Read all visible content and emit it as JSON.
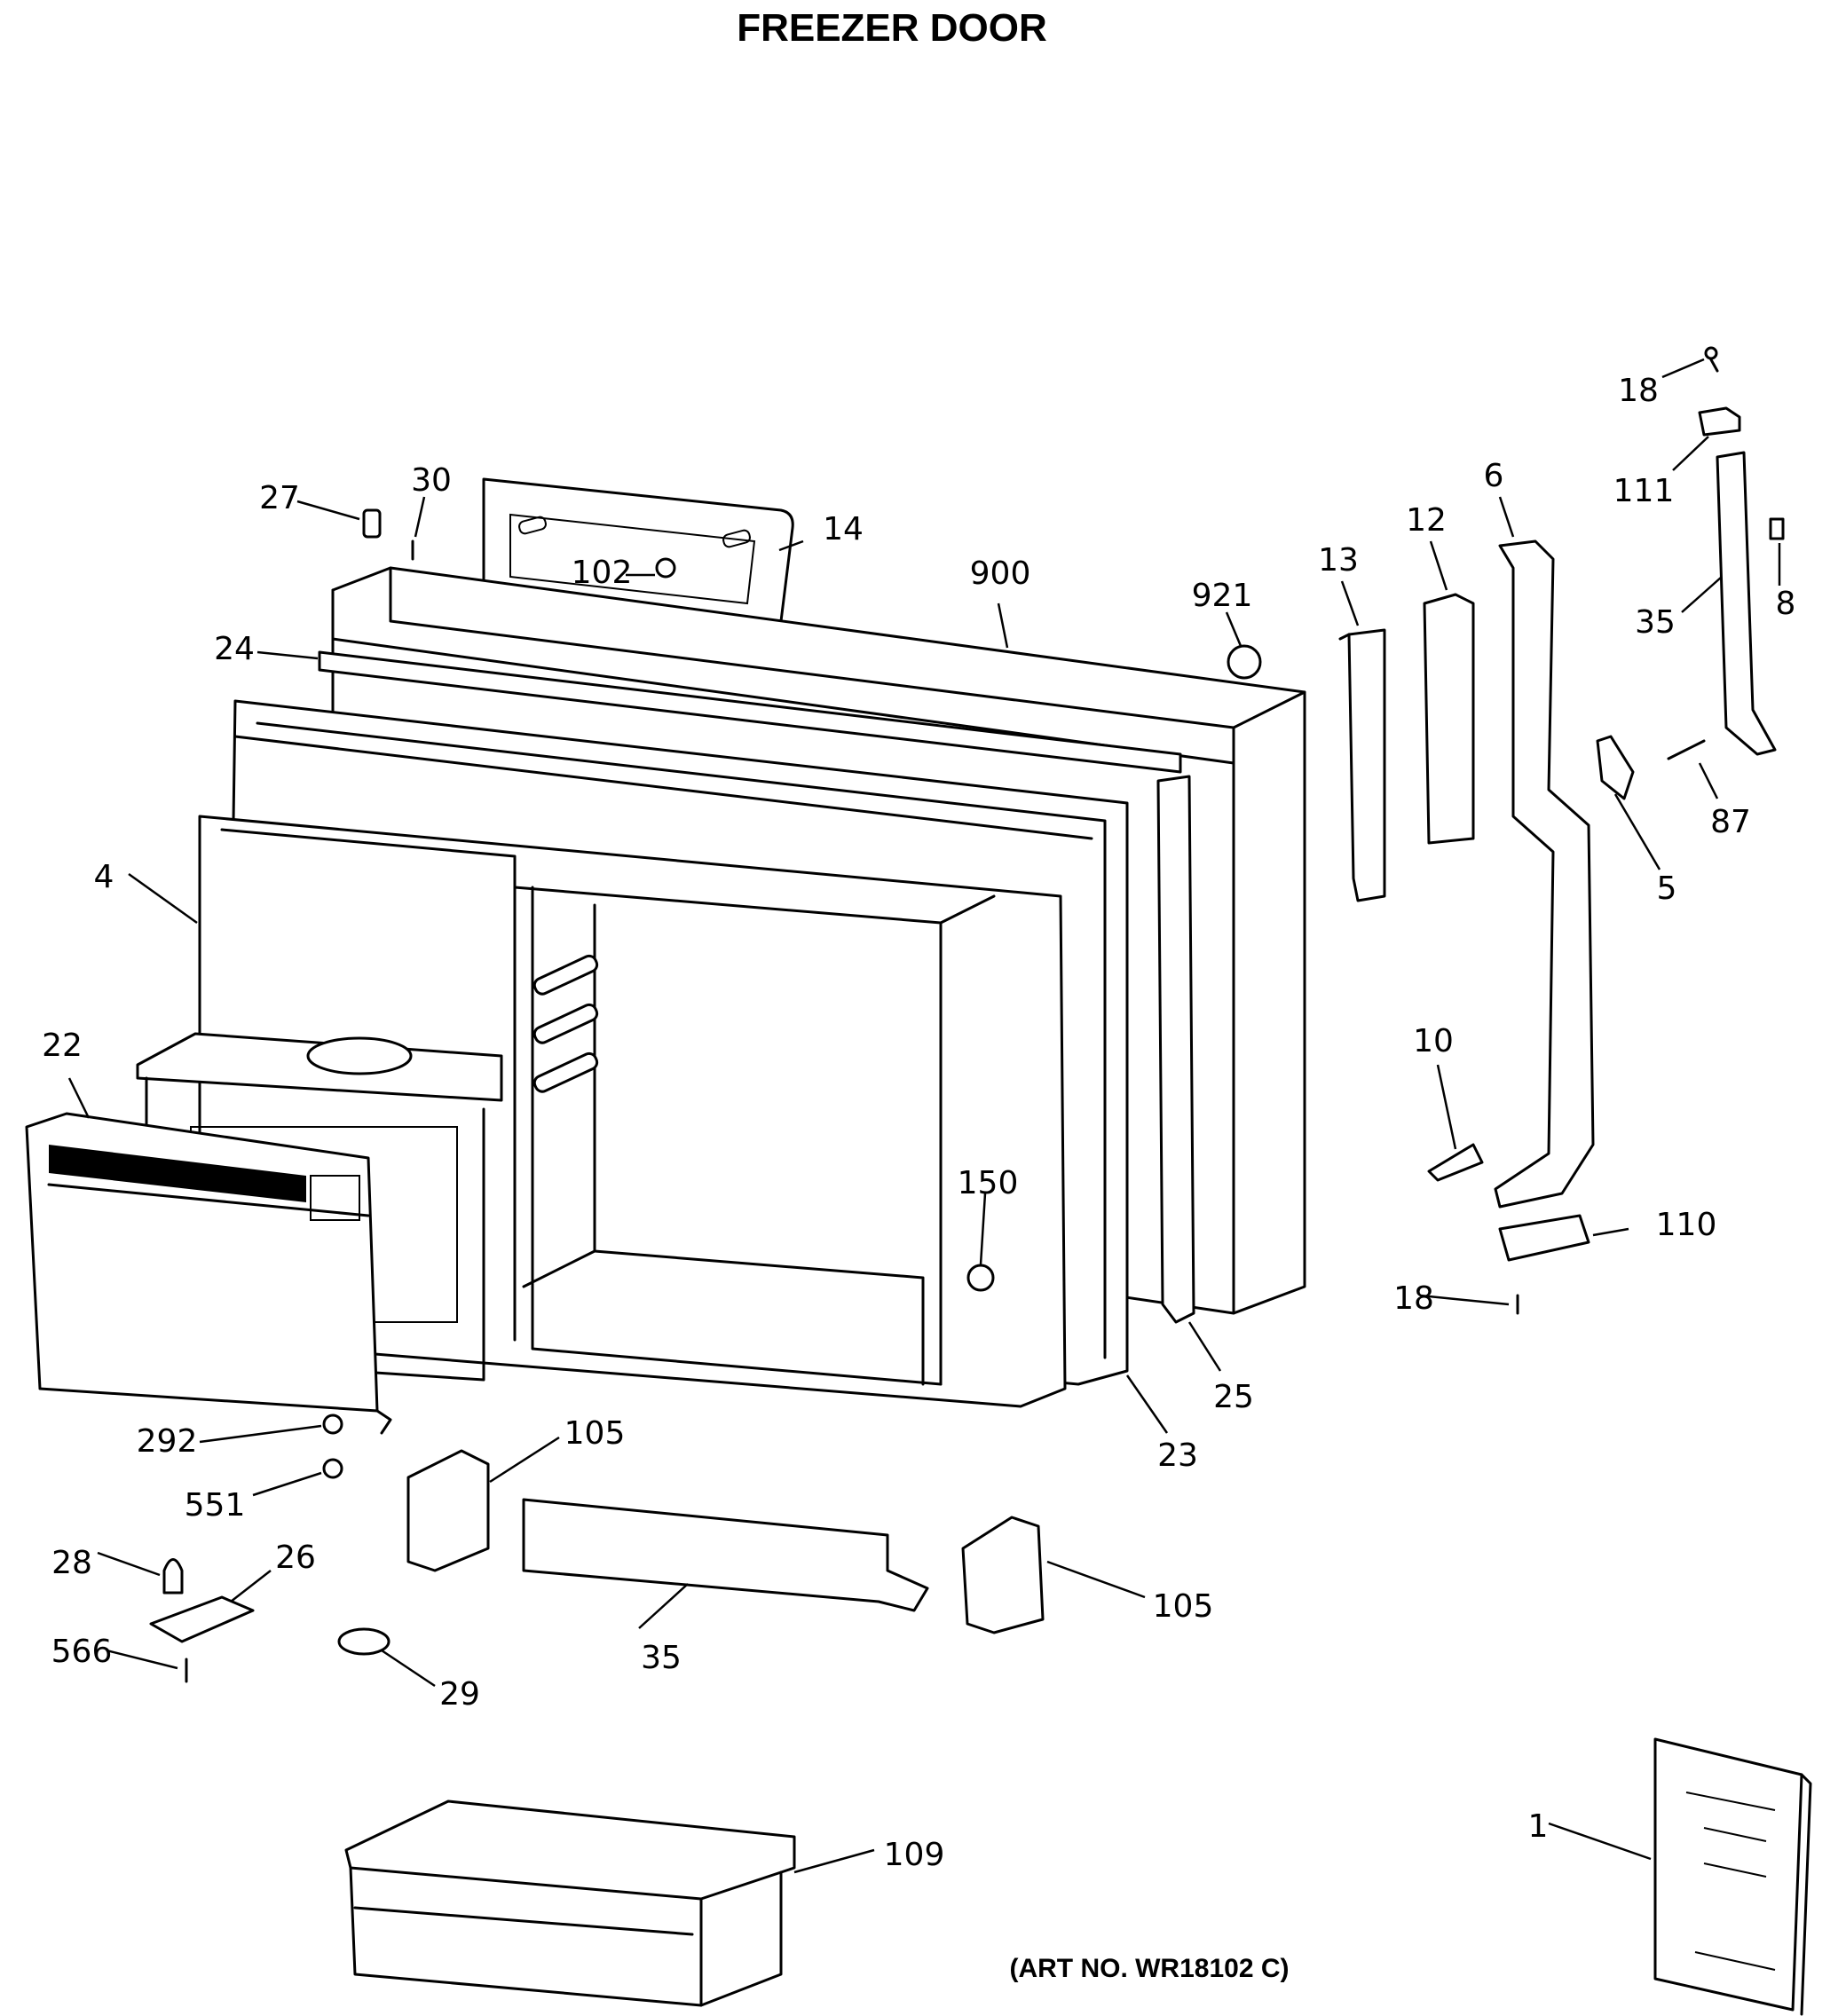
{
  "title": "FREEZER DOOR",
  "art_number": "(ART NO. WR18102 C)",
  "callouts": {
    "c18_top": "18",
    "c111": "111",
    "c6": "6",
    "c12": "12",
    "c13": "13",
    "c35_right": "35",
    "c8": "8",
    "c87": "87",
    "c5": "5",
    "c27": "27",
    "c30": "30",
    "c14": "14",
    "c102": "102",
    "c900": "900",
    "c921": "921",
    "c24": "24",
    "c4": "4",
    "c22": "22",
    "c10": "10",
    "c110": "110",
    "c18_bottom": "18",
    "c150": "150",
    "c25": "25",
    "c23": "23",
    "c292": "292",
    "c105_left": "105",
    "c551": "551",
    "c28": "28",
    "c26": "26",
    "c566": "566",
    "c29": "29",
    "c35_bottom": "35",
    "c105_right": "105",
    "c109": "109",
    "c1": "1"
  }
}
